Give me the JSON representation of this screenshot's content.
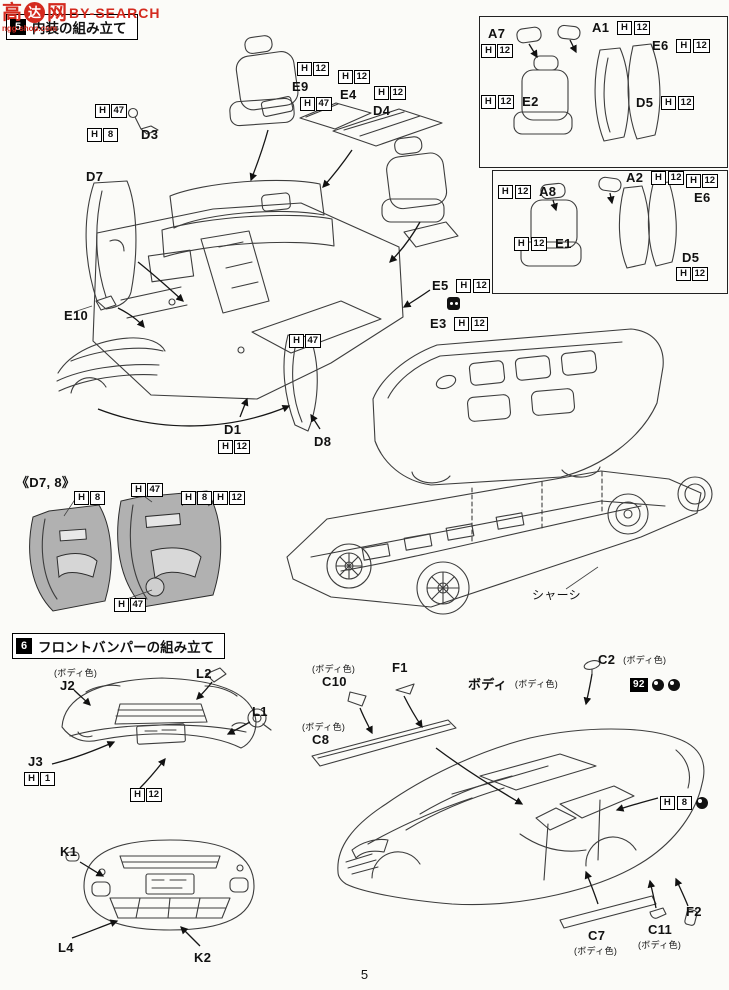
{
  "watermark": {
    "char1": "高",
    "char2": "达",
    "char3": "网",
    "by": "BY-SEARCH",
    "line2": "ngg-shop.com"
  },
  "step5": {
    "num": "5",
    "title": "内装の組み立て"
  },
  "step6": {
    "num": "6",
    "title": "フロントバンパーの組み立て"
  },
  "chips": {
    "H": "H",
    "n12": "12",
    "n47": "47",
    "n8": "8",
    "n1": "1"
  },
  "labels": {
    "D3": "D3",
    "D7": "D7",
    "E9": "E9",
    "E4": "E4",
    "D4": "D4",
    "A7": "A7",
    "A1": "A1",
    "E6": "E6",
    "E2": "E2",
    "D5": "D5",
    "A8": "A8",
    "A2": "A2",
    "E1": "E1",
    "E5": "E5",
    "E3": "E3",
    "E10": "E10",
    "D1": "D1",
    "D8": "D8",
    "d78": "《D7, 8》",
    "chassis": "シャーシ",
    "J2": "J2",
    "L2": "L2",
    "L1": "L1",
    "J3": "J3",
    "K1": "K1",
    "L4": "L4",
    "K2": "K2",
    "C10": "C10",
    "F1": "F1",
    "body": "ボディ",
    "C2": "C2",
    "C8": "C8",
    "C7": "C7",
    "C11": "C11",
    "F2": "F2",
    "n92": "92",
    "bodycolor": "(ボディ色)"
  },
  "page_number": "5"
}
